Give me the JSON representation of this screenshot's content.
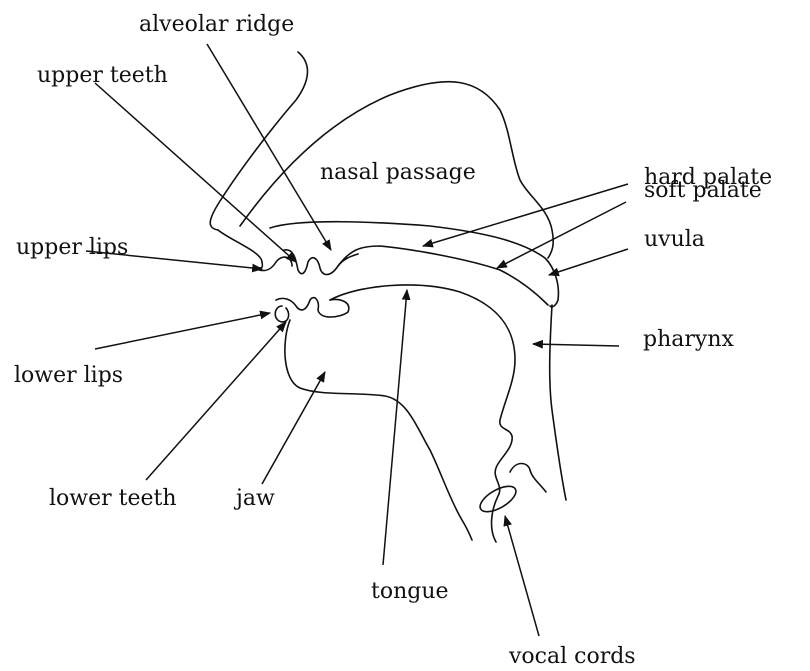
{
  "labels": {
    "alveolar_ridge": "alveolar ridge",
    "upper_teeth": "upper teeth",
    "nasal_passage": "nasal passage",
    "hard_palate": "hard palate",
    "soft_palate": "soft palate",
    "uvula": "uvula",
    "upper_lips": "upper lips",
    "lower_lips": "lower lips",
    "pharynx": "pharynx",
    "lower_teeth": "lower teeth",
    "jaw": "jaw",
    "tongue": "tongue",
    "vocal_cords": "vocal cords"
  }
}
